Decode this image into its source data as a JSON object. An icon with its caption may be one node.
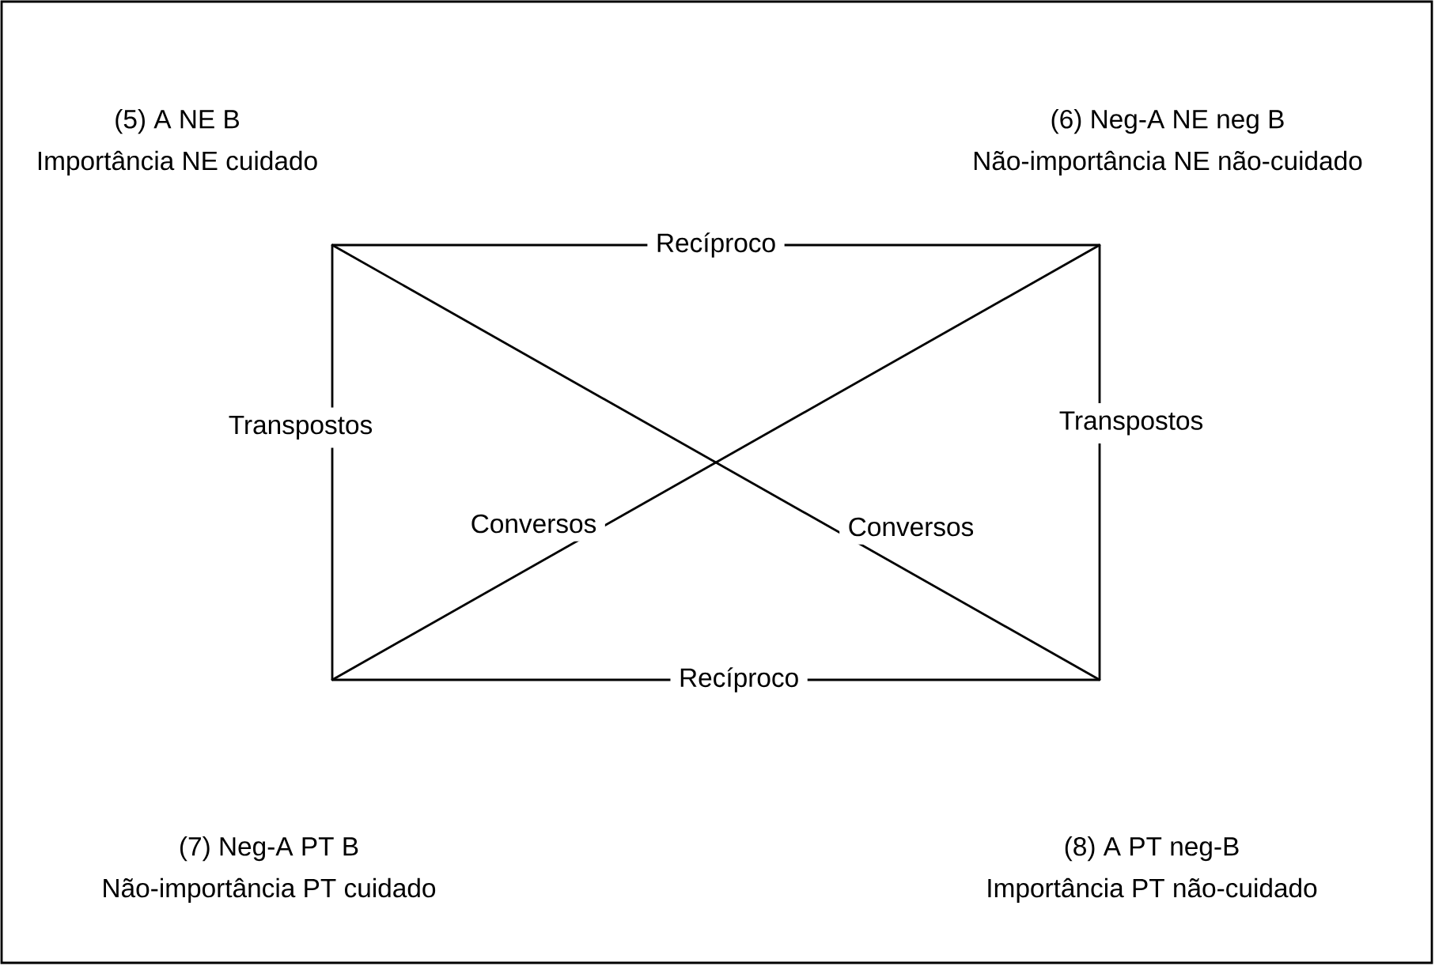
{
  "diagram": {
    "nodes": [
      {
        "text": [],
        "shape": "point",
        "beside": [
          "(5) A NE B",
          "Importância NE cuidado"
        ]
      },
      {
        "text": [],
        "shape": "point",
        "beside": [
          "(6)  Neg-A NE neg B",
          "Não-importância NE não-cuidado"
        ]
      },
      {
        "text": [],
        "shape": "point",
        "beside": [
          "(7) Neg-A PT B",
          "Não-importância PT cuidado"
        ]
      },
      {
        "text": [],
        "shape": "point",
        "beside": [
          "(8) A PT  neg-B",
          "Importância PT não-cuidado"
        ]
      }
    ],
    "edges": [
      {
        "from": 0,
        "to": 1,
        "arrow": "none",
        "label": "Recíproco"
      },
      {
        "from": 0,
        "to": 2,
        "arrow": "none",
        "label": "Transpostos"
      },
      {
        "from": 1,
        "to": 3,
        "arrow": "none",
        "label": "Transpostos"
      },
      {
        "from": 1,
        "to": 2,
        "arrow": "none",
        "label": "Conversos"
      },
      {
        "from": 0,
        "to": 3,
        "arrow": "none",
        "label": "Conversos"
      },
      {
        "from": 2,
        "to": 3,
        "arrow": "none",
        "label": "Recíproco"
      }
    ]
  }
}
